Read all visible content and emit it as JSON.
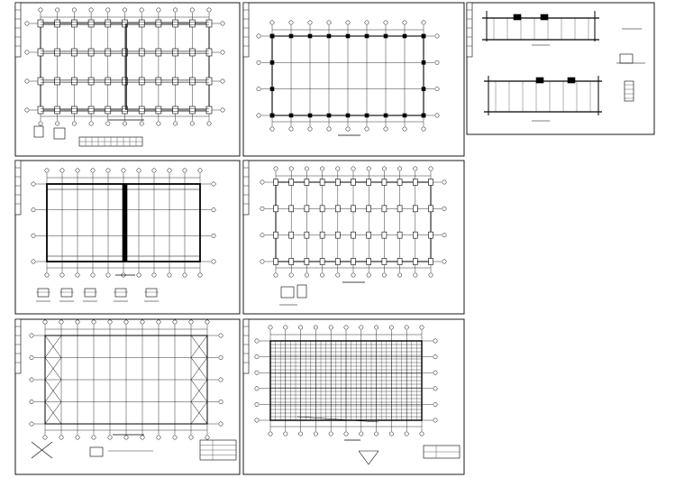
{
  "sheet_set": {
    "sheets": [
      {
        "id": "s1",
        "kind": "foundation-plan",
        "cols": 11,
        "rows": 3
      },
      {
        "id": "s2",
        "kind": "column-plan",
        "cols": 9,
        "rows": 4
      },
      {
        "id": "s3",
        "kind": "sections",
        "cols": 0,
        "rows": 0
      },
      {
        "id": "s4",
        "kind": "beam-plan",
        "cols": 11,
        "rows": 4
      },
      {
        "id": "s5",
        "kind": "column-layout-plan",
        "cols": 11,
        "rows": 4
      },
      {
        "id": "s6",
        "kind": "roof-bracing-plan",
        "cols": 11,
        "rows": 5
      },
      {
        "id": "s7",
        "kind": "purlin-plan",
        "cols": 11,
        "rows": 5
      }
    ]
  },
  "colors": {
    "background": "#ffffff",
    "ink": "#000000"
  }
}
